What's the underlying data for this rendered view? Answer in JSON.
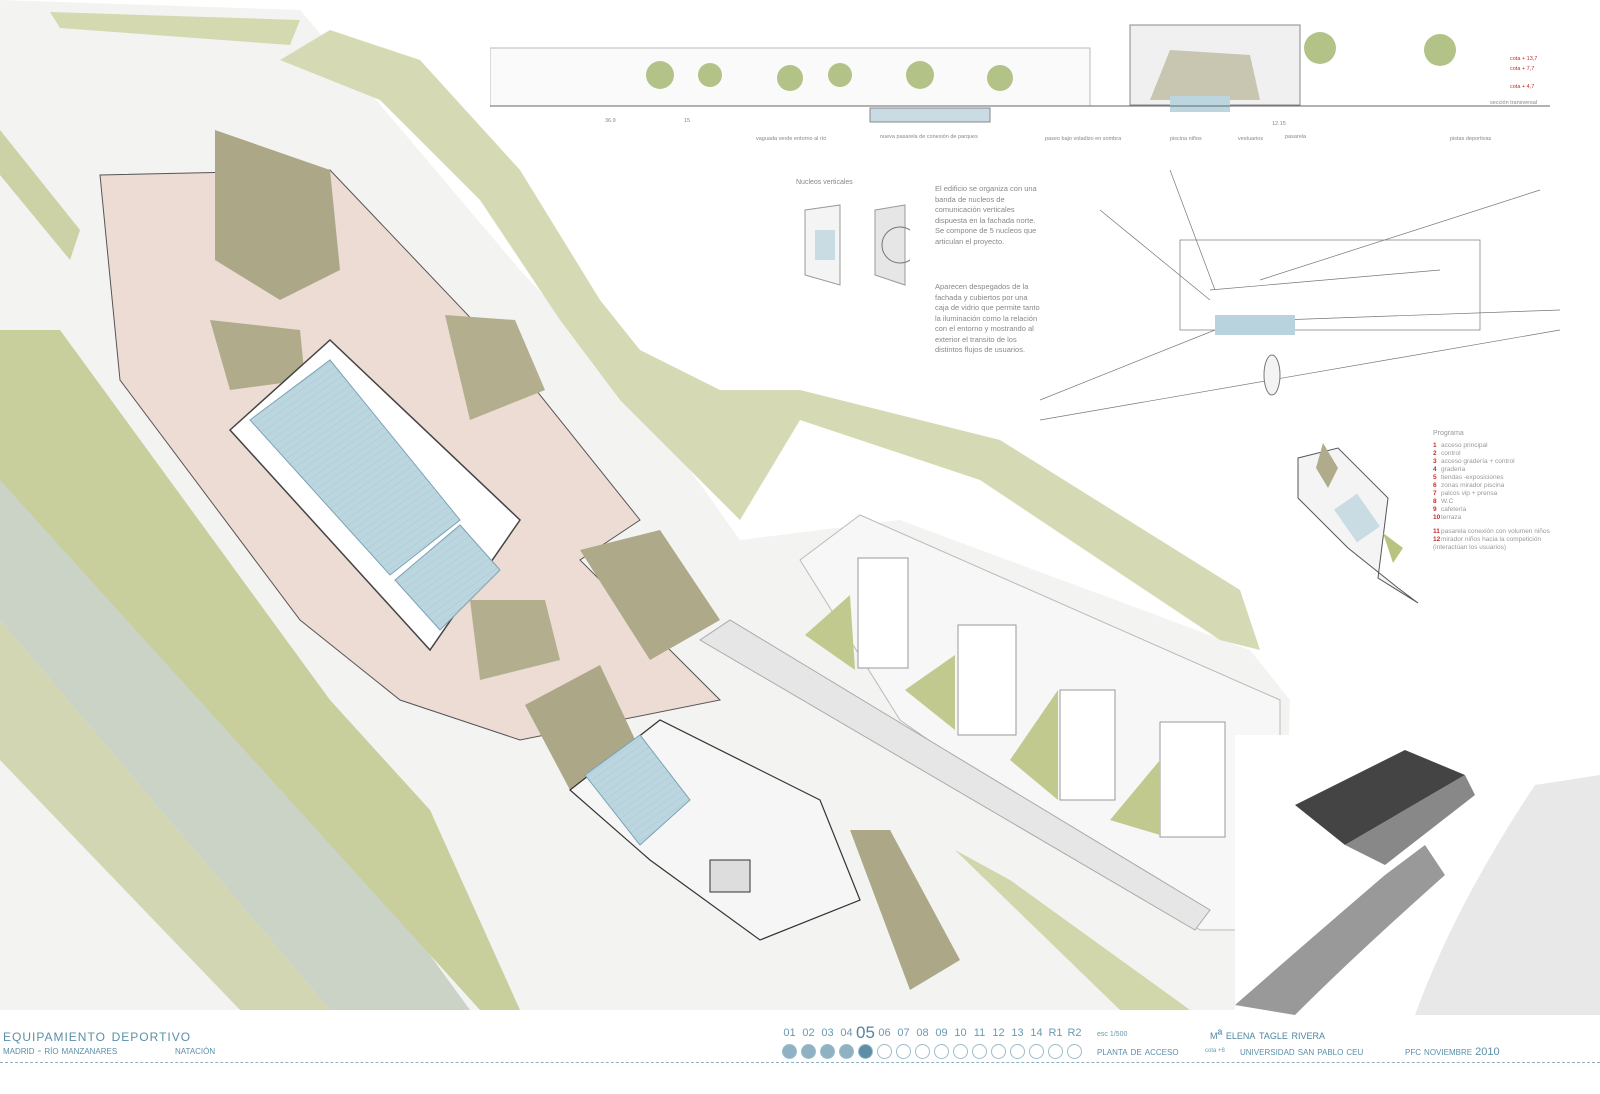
{
  "board": {
    "title": "equipamiento deportivo",
    "location": "MADRID - Río manzanares",
    "topic": "natación",
    "sheet_label": "Planta de acceso",
    "level": "cota +8",
    "scale": "esc 1/500",
    "author": "Mª Elena Tagle Rivera",
    "university": "Universidad San Pablo CEU",
    "date": "PFC noviembre 2010",
    "pages": [
      "01",
      "02",
      "03",
      "04",
      "05",
      "06",
      "07",
      "08",
      "09",
      "10",
      "11",
      "12",
      "13",
      "14",
      "R1",
      "R2"
    ],
    "current_page": "05",
    "completed_pages": 4
  },
  "section": {
    "title": "sección transversal",
    "labels": [
      "vaguada verde entorno al río",
      "nueva pasarela de conexión de parques",
      "paseo bajo voladizo en sombra",
      "piscina niños",
      "vestuarios",
      "pasarela",
      "pistas deportivas"
    ],
    "dims": [
      "36.9",
      "15",
      "12.15"
    ],
    "levels": [
      "cota + 13,7",
      "cota + 7,7",
      "cota + 4,7"
    ]
  },
  "nucleos": {
    "title": "Nucleos verticales",
    "para1": "El edificio se organiza con una banda de nucleos de comunicación verticales dispuesta en la fachada norte. Se compone de 5 nucleos que articulan el proyecto.",
    "para2": "Aparecen despegados de la fachada y cubiertos por una caja de vidrio que permite tanto la iluminación como la relación con el entorno y mostrando al exterior el transito de los distintos flujos de usuarios."
  },
  "programa": {
    "title": "Programa",
    "items": [
      {
        "n": "1",
        "t": "acceso principal"
      },
      {
        "n": "2",
        "t": "control"
      },
      {
        "n": "3",
        "t": "acceso gradería + control"
      },
      {
        "n": "4",
        "t": "gradería"
      },
      {
        "n": "5",
        "t": "tiendas -exposiciones"
      },
      {
        "n": "6",
        "t": "zonas mirador piscina"
      },
      {
        "n": "7",
        "t": "palcos vip + prensa"
      },
      {
        "n": "8",
        "t": "W.C"
      },
      {
        "n": "9",
        "t": "cafetería"
      },
      {
        "n": "10",
        "t": "terraza"
      }
    ],
    "extra": [
      {
        "n": "11",
        "t": "pasarela conexión con volumen niños"
      },
      {
        "n": "12",
        "t": "mirador niños hacia la competición (interactúan los usuarios)"
      }
    ]
  },
  "colors": {
    "accent": "#5a8fa8",
    "green": "#c5cc98",
    "pink": "#ecdcd4",
    "pool": "#b9d3de",
    "river": "#c9d1c4",
    "olive": "#a9a585",
    "red": "#c0302a"
  }
}
